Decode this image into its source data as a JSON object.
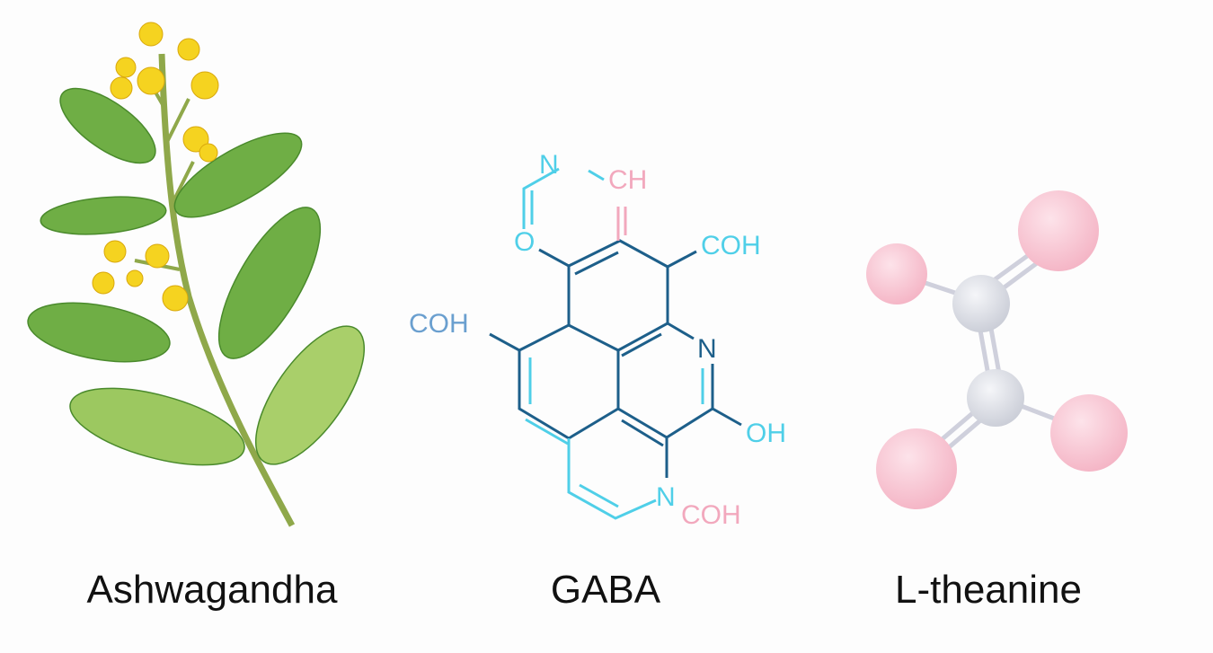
{
  "captions": {
    "ashwagandha": "Ashwagandha",
    "gaba": "GABA",
    "theanine": "L-theanine"
  },
  "molecule_labels": {
    "n_top": "N",
    "ch_top": "CH",
    "o_left": "O",
    "coh_right": "COH",
    "coh_left": "COH",
    "n_right": "N",
    "oh_right": "OH",
    "n_bottom": "N",
    "coh_bottom": "COH"
  },
  "colors": {
    "dark_blue": "#1d5f8a",
    "cyan": "#4fcfe8",
    "pink": "#f2a8bd",
    "leaf": "#6fae45",
    "flower": "#f5d320"
  }
}
